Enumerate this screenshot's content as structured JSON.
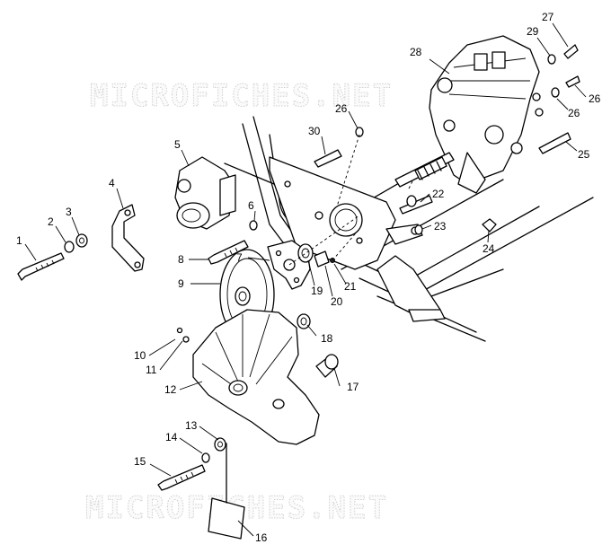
{
  "watermark": {
    "top": "MICROFICHES.NET",
    "bottom": "MICROFICHES.NET"
  },
  "callouts": [
    "1",
    "2",
    "3",
    "4",
    "5",
    "6",
    "7",
    "8",
    "9",
    "10",
    "11",
    "12",
    "13",
    "14",
    "15",
    "16",
    "17",
    "18",
    "19",
    "20",
    "21",
    "22",
    "23",
    "24",
    "25",
    "26",
    "26",
    "27",
    "28",
    "29",
    "26",
    "30"
  ]
}
